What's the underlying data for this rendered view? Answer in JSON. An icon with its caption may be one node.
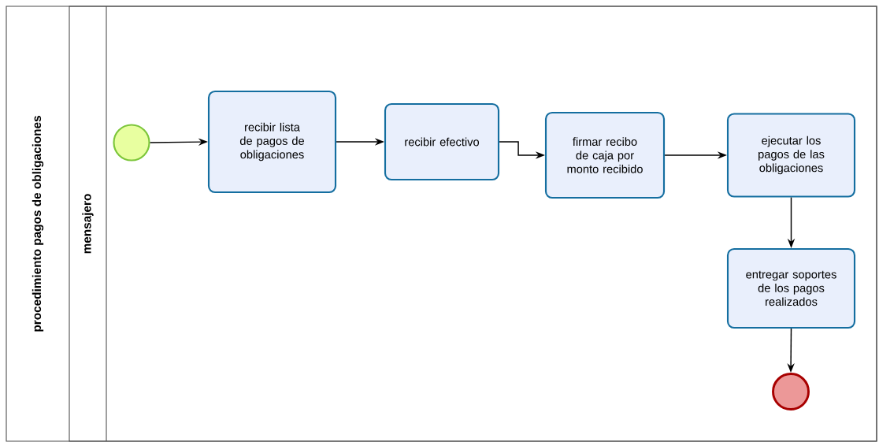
{
  "diagram": {
    "nodes": [
      {
        "text": [
          "procedimiento  pagos de obligaciones"
        ]
      },
      {
        "text": [
          "mensajero"
        ],
        "in": 0
      },
      {
        "text": [],
        "shape": "circle",
        "in": 1
      },
      {
        "text": [
          "recibir lista de pagos de obligaciones"
        ],
        "in": 1
      },
      {
        "text": [
          "recibir efectivo"
        ],
        "in": 1
      },
      {
        "text": [
          "firmar recibo de caja por monto recibido"
        ],
        "in": 1
      },
      {
        "text": [
          "ejecutar los pagos de las obligaciones"
        ],
        "in": 1
      },
      {
        "text": [
          "entregar soportes de los pagos realizados"
        ],
        "in": 1
      },
      {
        "text": [],
        "shape": "circle",
        "in": 1
      }
    ],
    "edges": [
      {
        "from": 2,
        "to": 3,
        "arrow": "to"
      },
      {
        "from": 3,
        "to": 4,
        "arrow": "to"
      },
      {
        "from": 4,
        "to": 5,
        "arrow": "to"
      },
      {
        "from": 5,
        "to": 6,
        "arrow": "to"
      },
      {
        "from": 6,
        "to": 7,
        "arrow": "to"
      },
      {
        "from": 7,
        "to": 8,
        "arrow": "to"
      }
    ]
  }
}
